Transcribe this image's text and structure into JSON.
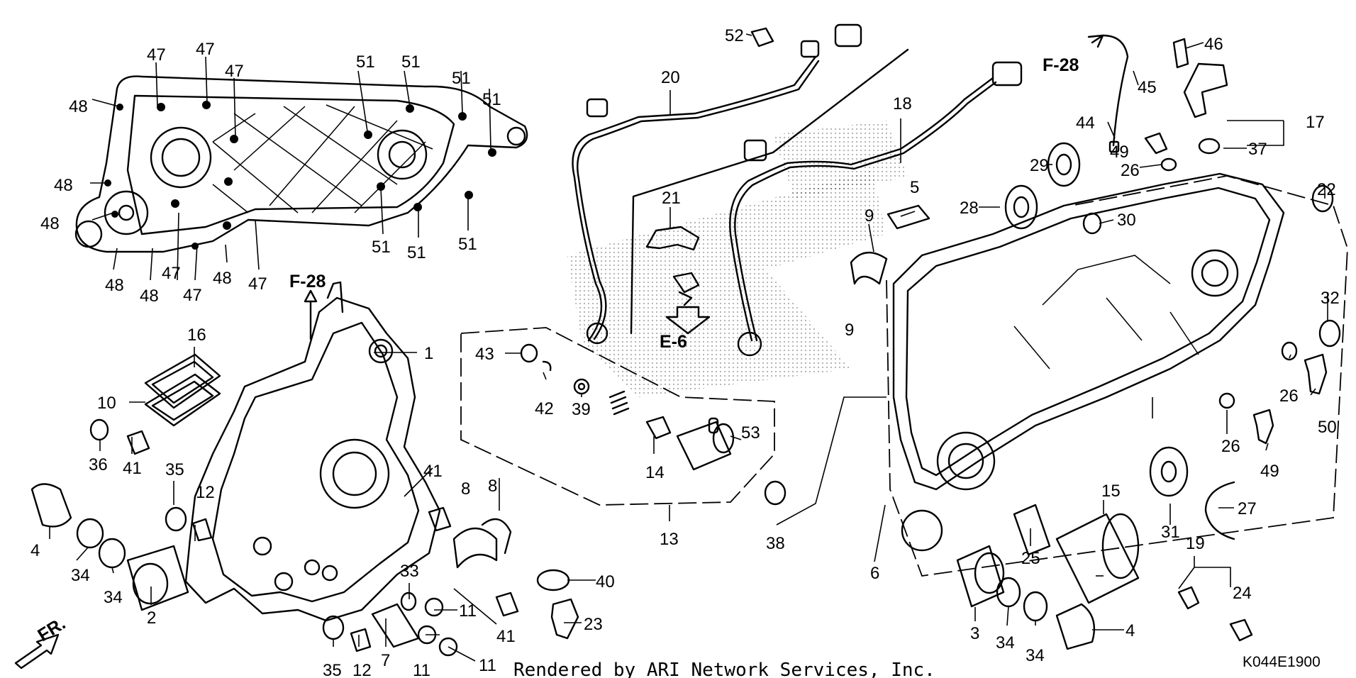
{
  "diagram": {
    "credit": "Rendered by ARI Network Services, Inc.",
    "code": "K044E1900",
    "fr_label": "FR.",
    "refs": {
      "f28_top": "F-28",
      "f28_left": "F-28",
      "e6": "E-6"
    },
    "parts": [
      {
        "id": "p1",
        "label": "1"
      },
      {
        "id": "p2",
        "label": "2"
      },
      {
        "id": "p3",
        "label": "3"
      },
      {
        "id": "p4a",
        "label": "4"
      },
      {
        "id": "p4b",
        "label": "4"
      },
      {
        "id": "p5",
        "label": "5"
      },
      {
        "id": "p6",
        "label": "6"
      },
      {
        "id": "p7",
        "label": "7"
      },
      {
        "id": "p8a",
        "label": "8"
      },
      {
        "id": "p8b",
        "label": "8"
      },
      {
        "id": "p9a",
        "label": "9"
      },
      {
        "id": "p9b",
        "label": "9"
      },
      {
        "id": "p10",
        "label": "10"
      },
      {
        "id": "p11a",
        "label": "11"
      },
      {
        "id": "p11b",
        "label": "11"
      },
      {
        "id": "p11c",
        "label": "11"
      },
      {
        "id": "p12a",
        "label": "12"
      },
      {
        "id": "p12b",
        "label": "12"
      },
      {
        "id": "p13",
        "label": "13"
      },
      {
        "id": "p14",
        "label": "14"
      },
      {
        "id": "p15",
        "label": "15"
      },
      {
        "id": "p16",
        "label": "16"
      },
      {
        "id": "p17",
        "label": "17"
      },
      {
        "id": "p18",
        "label": "18"
      },
      {
        "id": "p19",
        "label": "19"
      },
      {
        "id": "p20",
        "label": "20"
      },
      {
        "id": "p21",
        "label": "21"
      },
      {
        "id": "p22",
        "label": "22"
      },
      {
        "id": "p23",
        "label": "23"
      },
      {
        "id": "p24",
        "label": "24"
      },
      {
        "id": "p25",
        "label": "25"
      },
      {
        "id": "p26a",
        "label": "26"
      },
      {
        "id": "p26b",
        "label": "26"
      },
      {
        "id": "p26c",
        "label": "26"
      },
      {
        "id": "p27",
        "label": "27"
      },
      {
        "id": "p28",
        "label": "28"
      },
      {
        "id": "p29",
        "label": "29"
      },
      {
        "id": "p30",
        "label": "30"
      },
      {
        "id": "p31",
        "label": "31"
      },
      {
        "id": "p32",
        "label": "32"
      },
      {
        "id": "p33",
        "label": "33"
      },
      {
        "id": "p34a",
        "label": "34"
      },
      {
        "id": "p34b",
        "label": "34"
      },
      {
        "id": "p34c",
        "label": "34"
      },
      {
        "id": "p34d",
        "label": "34"
      },
      {
        "id": "p35a",
        "label": "35"
      },
      {
        "id": "p35b",
        "label": "35"
      },
      {
        "id": "p36",
        "label": "36"
      },
      {
        "id": "p37",
        "label": "37"
      },
      {
        "id": "p38",
        "label": "38"
      },
      {
        "id": "p39",
        "label": "39"
      },
      {
        "id": "p40",
        "label": "40"
      },
      {
        "id": "p41a",
        "label": "41"
      },
      {
        "id": "p41b",
        "label": "41"
      },
      {
        "id": "p41c",
        "label": "41"
      },
      {
        "id": "p42",
        "label": "42"
      },
      {
        "id": "p43",
        "label": "43"
      },
      {
        "id": "p44",
        "label": "44"
      },
      {
        "id": "p45",
        "label": "45"
      },
      {
        "id": "p46",
        "label": "46"
      },
      {
        "id": "p47a",
        "label": "47"
      },
      {
        "id": "p47b",
        "label": "47"
      },
      {
        "id": "p47c",
        "label": "47"
      },
      {
        "id": "p47d",
        "label": "47"
      },
      {
        "id": "p47e",
        "label": "47"
      },
      {
        "id": "p47f",
        "label": "47"
      },
      {
        "id": "p48a",
        "label": "48"
      },
      {
        "id": "p48b",
        "label": "48"
      },
      {
        "id": "p48c",
        "label": "48"
      },
      {
        "id": "p48d",
        "label": "48"
      },
      {
        "id": "p48e",
        "label": "48"
      },
      {
        "id": "p48f",
        "label": "48"
      },
      {
        "id": "p49a",
        "label": "49"
      },
      {
        "id": "p49b",
        "label": "49"
      },
      {
        "id": "p50",
        "label": "50"
      },
      {
        "id": "p51a",
        "label": "51"
      },
      {
        "id": "p51b",
        "label": "51"
      },
      {
        "id": "p51c",
        "label": "51"
      },
      {
        "id": "p51d",
        "label": "51"
      },
      {
        "id": "p51e",
        "label": "51"
      },
      {
        "id": "p51f",
        "label": "51"
      },
      {
        "id": "p51g",
        "label": "51"
      },
      {
        "id": "p52",
        "label": "52"
      },
      {
        "id": "p53",
        "label": "53"
      }
    ]
  }
}
